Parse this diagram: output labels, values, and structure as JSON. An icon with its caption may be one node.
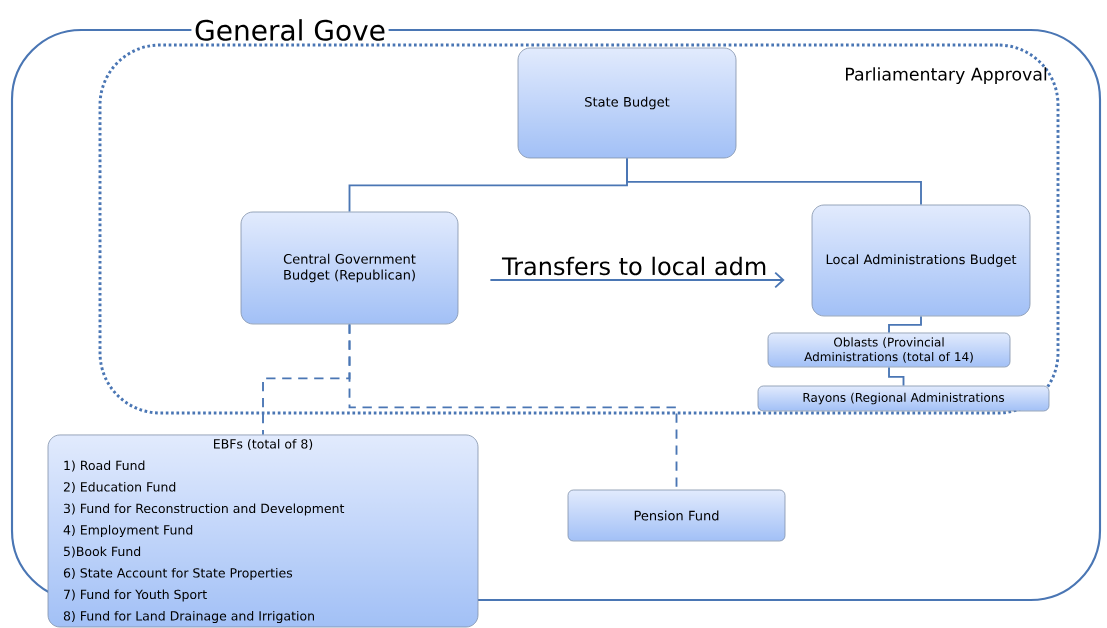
{
  "diagram": {
    "nodes": [
      {
        "text": [
          "General Gove"
        ]
      },
      {
        "text": [
          "Parliamentary Approval"
        ],
        "in": 0
      },
      {
        "text": [
          "State Budget"
        ],
        "in": 1
      },
      {
        "text": [
          "Central Government Budget (Republican)"
        ],
        "in": 1
      },
      {
        "text": [
          "Local Administrations Budget"
        ],
        "in": 1
      },
      {
        "text": [
          "Oblasts (Provincial Administrations (total of 14)"
        ],
        "in": 1
      },
      {
        "text": [
          "Rayons (Regional Administrations"
        ],
        "in": 1
      },
      {
        "text": [
          "EBFs (total of 8)",
          "1) Road Fund",
          "2) Education Fund",
          "3) Fund for Reconstruction and Development",
          "4) Employment Fund",
          "5)Book Fund",
          "6) State Account for State Properties",
          "7) Fund for Youth Sport",
          "8) Fund for Land Drainage and Irrigation"
        ]
      },
      {
        "text": [
          "Pension Fund"
        ],
        "in": 0
      }
    ],
    "edges": [
      {
        "from": 2,
        "to": 3,
        "arrow": "none"
      },
      {
        "from": 2,
        "to": 4,
        "arrow": "none"
      },
      {
        "from": 3,
        "to": 4,
        "arrow": "to",
        "label": "Transfers to local adm"
      },
      {
        "from": 4,
        "to": 5,
        "arrow": "none"
      },
      {
        "from": 5,
        "to": 6,
        "arrow": "none"
      },
      {
        "from": 3,
        "to": 7,
        "arrow": "none",
        "style": "dashed"
      },
      {
        "from": 3,
        "to": 8,
        "arrow": "none",
        "style": "dashed"
      }
    ]
  }
}
